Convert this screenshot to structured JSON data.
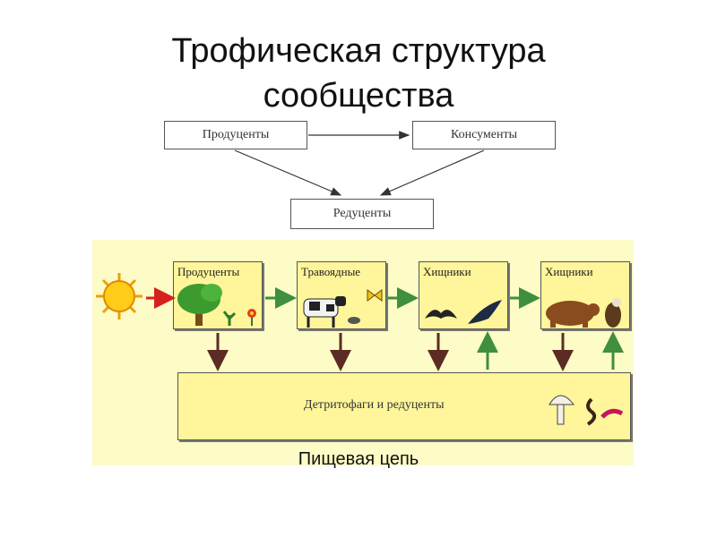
{
  "title": {
    "line1": "Трофическая структура",
    "line2": "сообщества"
  },
  "top_scheme": {
    "producers": "Продуценты",
    "consumers": "Консументы",
    "reducers": "Редуценты"
  },
  "food_chain": {
    "cards": [
      {
        "label": "Продуценты",
        "icons": [
          "tree-icon",
          "plant-icon",
          "flower-icon"
        ]
      },
      {
        "label": "Травоядные",
        "icons": [
          "cow-icon",
          "butterfly-icon",
          "mouse-icon"
        ]
      },
      {
        "label": "Хищники",
        "icons": [
          "bat-icon",
          "swallow-icon"
        ]
      },
      {
        "label": "Хищники",
        "icons": [
          "bear-icon",
          "eagle-icon"
        ]
      }
    ],
    "detritus_box": "Детритофаги и редуценты",
    "detritus_icons": [
      "mushroom-icon",
      "worm-icon",
      "insect-larva-icon"
    ],
    "energy_source_icon": "sun-icon",
    "colors": {
      "panel": "#fdfbc6",
      "card": "#fff59a",
      "down_arrow": "#5b2b24",
      "up_arrow": "#3f8f3f",
      "chain_arrow": "#3f8f3f",
      "sun_arrow": "#d62020"
    }
  },
  "caption": "Пищевая цепь"
}
